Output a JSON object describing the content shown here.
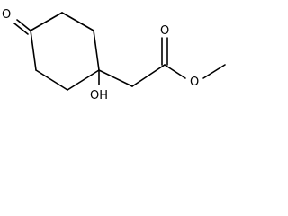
{
  "molecule": {
    "atoms": {
      "ring_oxo_oxygen": "O",
      "hydroxyl_group": "OH",
      "carbonyl_oxygen": "O",
      "ester_oxygen": "O"
    }
  },
  "colors": {
    "bond": "#000000",
    "label": "#000000",
    "background": "#ffffff"
  }
}
